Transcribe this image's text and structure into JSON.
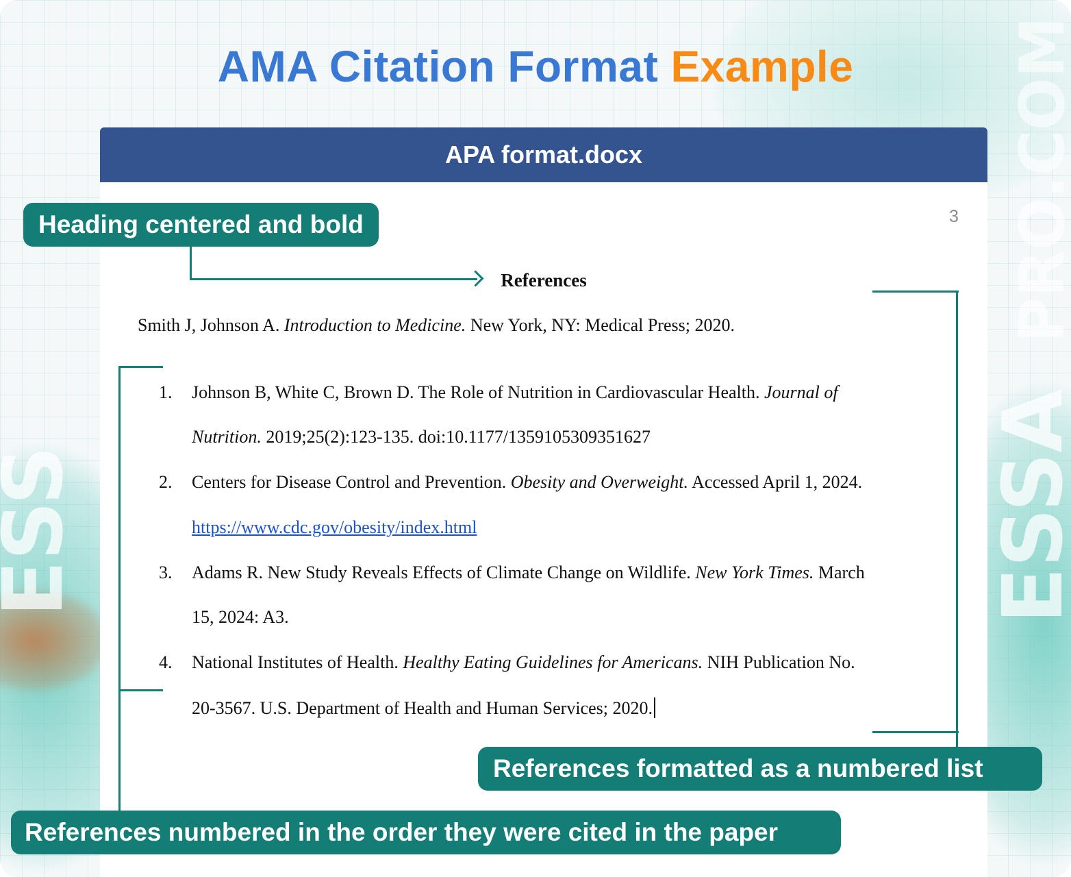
{
  "title": {
    "part1": "AMA Citation Format",
    "part2": "Example"
  },
  "document": {
    "filename": "APA format.docx",
    "page_number": "3",
    "heading": "References",
    "intro_citation": {
      "authors": "Smith J, Johnson A.",
      "title_italic": "Introduction to Medicine.",
      "rest": "New York, NY: Medical Press; 2020."
    },
    "references": [
      {
        "number": "1.",
        "line1_a": "Johnson B, White C, Brown D. The Role of Nutrition in Cardiovascular Health.",
        "line1_italic": "Journal of",
        "line2_italic": "Nutrition.",
        "line2_b": "2019;25(2):123-135. doi:10.1177/1359105309351627"
      },
      {
        "number": "2.",
        "line1_a": "Centers for Disease Control and Prevention.",
        "line1_italic": "Obesity and Overweight.",
        "line1_b": "Accessed April 1, 2024.",
        "line2_link": "https://www.cdc.gov/obesity/index.html"
      },
      {
        "number": "3.",
        "line1_a": "Adams R. New Study Reveals Effects of Climate Change on Wildlife.",
        "line1_italic": "New York Times.",
        "line1_b": "March",
        "line2_b": "15, 2024: A3."
      },
      {
        "number": "4.",
        "line1_a": "National Institutes of Health.",
        "line1_italic": "Healthy Eating Guidelines for Americans.",
        "line1_b": "NIH Publication No.",
        "line2_b": "20-3567. U.S. Department of Health and Human Services; 2020."
      }
    ]
  },
  "annotations": {
    "heading": "Heading centered and bold",
    "numbered_list": "References formatted as a numbered list",
    "citation_order": "References numbered in the order they were cited in the paper"
  },
  "watermark": {
    "left": "ESS",
    "right": "ESSA",
    "top": "PRO.COM"
  },
  "colors": {
    "title_blue": "#3a79d3",
    "title_orange": "#f88a16",
    "header_navy": "#34548f",
    "annotation_teal": "#137d76",
    "link_blue": "#1a52c9"
  }
}
